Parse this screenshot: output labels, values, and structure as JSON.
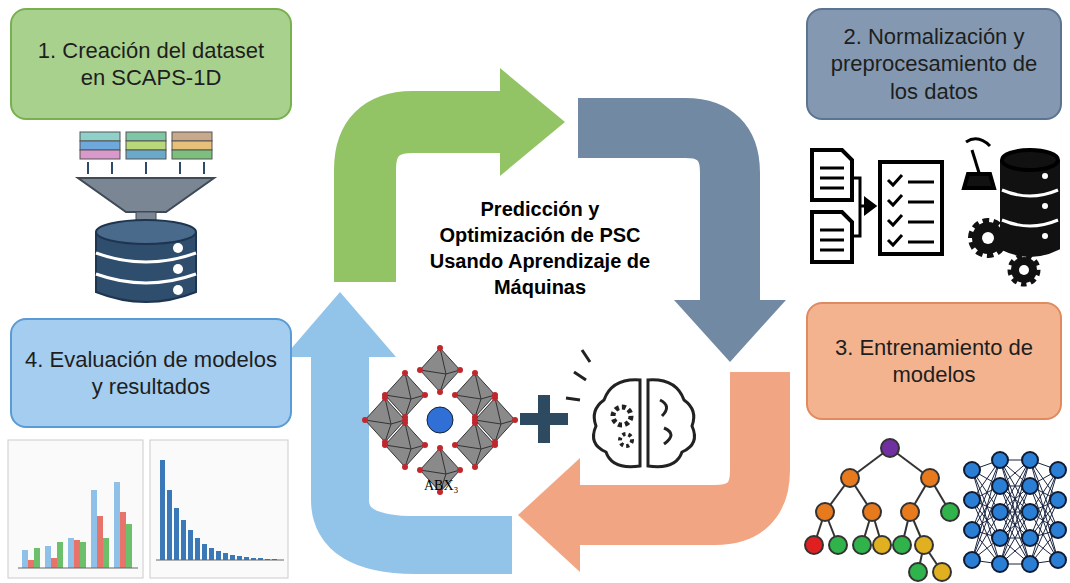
{
  "diagram": {
    "title": "Predicción y Optimización de PSC Usando Aprendizaje de Máquinas",
    "nodes": [
      {
        "text": [
          "1. Creación del dataset en SCAPS-1D"
        ]
      },
      {
        "text": [
          "2. Normalización y preprocesamiento de los datos"
        ]
      },
      {
        "text": [
          "3. Entrenamiento de modelos"
        ]
      },
      {
        "text": [
          "4. Evaluación de modelos y resultados"
        ]
      }
    ],
    "labels": [
      "ABX₃"
    ]
  }
}
